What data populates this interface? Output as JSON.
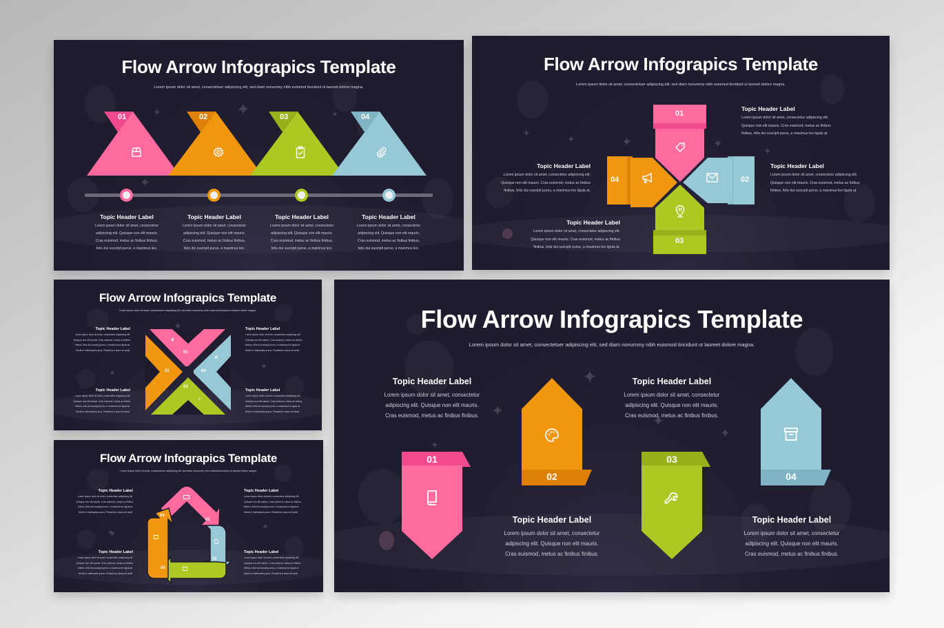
{
  "colors": {
    "background_top": "#b8b8b8",
    "background_bottom": "#f8f8f8",
    "slide_bg": "#201c2f",
    "pink": "#ff6a9f",
    "pink_dark": "#f24b8d",
    "orange": "#f0960f",
    "orange_dark": "#dd8206",
    "green": "#acc923",
    "green_dark": "#98b11a",
    "blue": "#97c8d6",
    "blue_dark": "#7eb4c3",
    "text_white": "#ffffff",
    "text_muted": "#d0cedb"
  },
  "slides": [
    {
      "id": "slide-1-triangles",
      "title": "Flow Arrow Infograpics Template",
      "subtitle": "Lorem ipsum dolor sit amet, consectetuer adipiscing elit, sed diam nonummy nibh euismod tincidunt ut laoreet dolore magna.",
      "steps": [
        {
          "number": "01",
          "icon": "box-icon",
          "color": "pink",
          "header": "Topic Header Label",
          "body": [
            "Lorem ipsum dolor sit amet, consectetur",
            "adipiscing elit. Quisque non elit mauris.",
            "Cras euismod, metus ac finibus finibus,",
            "felis dui suscipit purus, a maximus leo."
          ]
        },
        {
          "number": "02",
          "icon": "gear-icon",
          "color": "orange",
          "header": "Topic Header Label",
          "body": [
            "Lorem ipsum dolor sit amet, consectetur",
            "adipiscing elit. Quisque non elit mauris.",
            "Cras euismod, metus ac finibus finibus,",
            "felis dui suscipit purus, a maximus leo."
          ]
        },
        {
          "number": "03",
          "icon": "clipboard-check-icon",
          "color": "green",
          "header": "Topic Header Label",
          "body": [
            "Lorem ipsum dolor sit amet, consectetur",
            "adipiscing elit. Quisque non elit mauris.",
            "Cras euismod, metus ac finibus finibus,",
            "felis dui suscipit purus, a maximus leo."
          ]
        },
        {
          "number": "04",
          "icon": "paperclip-icon",
          "color": "blue",
          "header": "Topic Header Label",
          "body": [
            "Lorem ipsum dolor sit amet, consectetur",
            "adipiscing elit. Quisque non elit mauris.",
            "Cras euismod, metus ac finibus finibus,",
            "felis dui suscipit purus, a maximus leo."
          ]
        }
      ]
    },
    {
      "id": "slide-2-cross",
      "title": "Flow Arrow Infograpics Template",
      "subtitle": "Lorem ipsum dolor sit amet, consectetuer adipiscing elit, sed diam nonummy nibh euismod tincidunt ut laoreet dolore magna.",
      "steps": [
        {
          "number": "01",
          "icon": "tag-icon",
          "color": "pink",
          "header": "Topic Header Label",
          "body": [
            "Lorem ipsum dolor sit amet, consectetur adipiscing elit.",
            "Quisque non elit mauris. Cras euismod, metus ac finibus",
            "finibus, felis dui suscipit purus, a maximus leo ligula at."
          ]
        },
        {
          "number": "02",
          "icon": "mail-icon",
          "color": "blue",
          "header": "Topic Header Label",
          "body": [
            "Lorem ipsum dolor sit amet, consectetur adipiscing elit.",
            "Quisque non elit mauris. Cras euismod, metus ac finibus",
            "finibus, felis dui suscipit purus, a maximus leo ligula at."
          ]
        },
        {
          "number": "03",
          "icon": "map-pin-icon",
          "color": "green",
          "header": "Topic Header Label",
          "body": [
            "Lorem ipsum dolor sit amet, consectetur adipiscing elit.",
            "Quisque non elit mauris. Cras euismod, metus ac finibus",
            "finibus, felis dui suscipit purus, a maximus leo ligula at."
          ]
        },
        {
          "number": "04",
          "icon": "megaphone-icon",
          "color": "orange",
          "header": "Topic Header Label",
          "body": [
            "Lorem ipsum dolor sit amet, consectetur adipiscing elit.",
            "Quisque non elit mauris. Cras euismod, metus ac finibus",
            "finibus, felis dui suscipit purus, a maximus leo ligula at."
          ]
        }
      ]
    },
    {
      "id": "slide-3-x-shape",
      "title": "Flow Arrow Infograpics Template",
      "subtitle": "Lorem ipsum dolor sit amet, consectetuer adipiscing elit, sed diam nonummy nibh euismod tincidunt ut laoreet dolore magna.",
      "steps": [
        {
          "number": "01",
          "icon": "hourglass-icon",
          "color": "pink",
          "header": "Topic Header Label",
          "body": [
            "Lorem ipsum dolor sit amet, consectetur adipiscing elit.",
            "Quisque non elit mauris. Cras euismod, metus ac finibus",
            "finibus, felis dui suscipit purus, a maximus leo ligula at.",
            "Morbi et malesuada purus. Phasellus a lacus sit amet."
          ]
        },
        {
          "number": "02",
          "icon": "pie-chart-icon",
          "color": "orange",
          "header": "Topic Header Label",
          "body": [
            "Lorem ipsum dolor sit amet, consectetur adipiscing elit.",
            "Quisque non elit mauris. Cras euismod, metus ac finibus",
            "finibus, felis dui suscipit purus, a maximus leo ligula at.",
            "Morbi et malesuada purus. Phasellus a lacus sit amet."
          ]
        },
        {
          "number": "03",
          "icon": "lightbulb-icon",
          "color": "green",
          "header": "Topic Header Label",
          "body": [
            "Lorem ipsum dolor sit amet, consectetur adipiscing elit.",
            "Quisque non elit mauris. Cras euismod, metus ac finibus",
            "finibus, felis dui suscipit purus, a maximus leo ligula at.",
            "Morbi et malesuada purus. Phasellus a lacus sit amet."
          ]
        },
        {
          "number": "04",
          "icon": "globe-icon",
          "color": "blue",
          "header": "Topic Header Label",
          "body": [
            "Lorem ipsum dolor sit amet, consectetur adipiscing elit.",
            "Quisque non elit mauris. Cras euismod, metus ac finibus",
            "finibus, felis dui suscipit purus, a maximus leo ligula at.",
            "Morbi et malesuada purus. Phasellus a lacus sit amet."
          ]
        }
      ]
    },
    {
      "id": "slide-4-cycle",
      "title": "Flow Arrow Infograpics Template",
      "subtitle": "Lorem ipsum dolor sit amet, consectetuer adipiscing elit, sed diam nonummy nibh euismod tincidunt ut laoreet dolore magna.",
      "steps": [
        {
          "number": "01",
          "icon": "credit-card-icon",
          "color": "pink",
          "header": "Topic Header Label",
          "body": [
            "Lorem ipsum dolor sit amet, consectetur adipiscing elit.",
            "Quisque non elit mauris. Cras euismod, metus ac finibus",
            "finibus, felis dui suscipit purus, a maximus leo ligula at.",
            "Morbi et malesuada purus. Phasellus a lacus sit amet."
          ]
        },
        {
          "number": "02",
          "icon": "lightbulb-icon",
          "color": "blue",
          "header": "Topic Header Label",
          "body": [
            "Lorem ipsum dolor sit amet, consectetur adipiscing elit.",
            "Quisque non elit mauris. Cras euismod, metus ac finibus",
            "finibus, felis dui suscipit purus, a maximus leo ligula at.",
            "Morbi et malesuada purus. Phasellus a lacus sit amet."
          ]
        },
        {
          "number": "03",
          "icon": "calendar-icon",
          "color": "green",
          "header": "Topic Header Label",
          "body": [
            "Lorem ipsum dolor sit amet, consectetur adipiscing elit.",
            "Quisque non elit mauris. Cras euismod, metus ac finibus",
            "finibus, felis dui suscipit purus, a maximus leo ligula at.",
            "Morbi et malesuada purus. Phasellus a lacus sit amet."
          ]
        },
        {
          "number": "04",
          "icon": "calendar-icon",
          "color": "orange",
          "header": "Topic Header Label",
          "body": [
            "Lorem ipsum dolor sit amet, consectetur adipiscing elit.",
            "Quisque non elit mauris. Cras euismod, metus ac finibus",
            "finibus, felis dui suscipit purus, a maximus leo ligula at.",
            "Morbi et malesuada purus. Phasellus a lacus sit amet."
          ]
        }
      ]
    },
    {
      "id": "slide-5-banners",
      "title": "Flow Arrow Infograpics Template",
      "subtitle": "Lorem ipsum dolor sit amet, consectetuer adipiscing elit, sed diam nonummy nibh euismod tincidunt ut laoreet dolore magna.",
      "steps": [
        {
          "number": "01",
          "icon": "book-icon",
          "color": "pink",
          "header": "Topic Header Label",
          "body": [
            "Lorem ipsum dolor sit amet, consectetur",
            "adipiscing elit. Quisque non elit mauris.",
            "Cras euismod, metus ac finibus finibus."
          ]
        },
        {
          "number": "02",
          "icon": "palette-icon",
          "color": "orange",
          "header": "Topic Header Label",
          "body": [
            "Lorem ipsum dolor sit amet, consectetur",
            "adipiscing elit. Quisque non elit mauris.",
            "Cras euismod, metus ac finibus finibus."
          ]
        },
        {
          "number": "03",
          "icon": "wrench-icon",
          "color": "green",
          "header": "Topic Header Label",
          "body": [
            "Lorem ipsum dolor sit amet, consectetur",
            "adipiscing elit. Quisque non elit mauris.",
            "Cras euismod, metus ac finibus finibus."
          ]
        },
        {
          "number": "04",
          "icon": "archive-icon",
          "color": "blue",
          "header": "Topic Header Label",
          "body": [
            "Lorem ipsum dolor sit amet, consectetur",
            "adipiscing elit. Quisque non elit mauris.",
            "Cras euismod, metus ac finibus finibus."
          ]
        }
      ]
    }
  ]
}
